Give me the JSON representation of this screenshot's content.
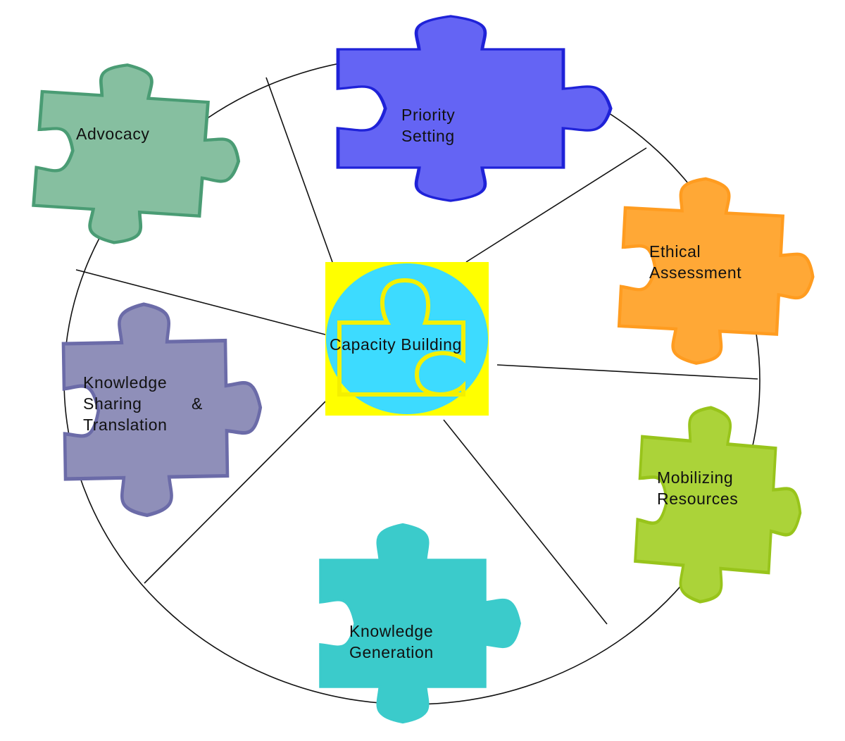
{
  "diagram": {
    "center": {
      "label": "Capacity Building",
      "colors": {
        "box": "#ffff00",
        "disc": "#3ddbff",
        "outline": "#f4f000"
      }
    },
    "pieces": [
      {
        "id": "advocacy",
        "lines": [
          "Advocacy"
        ],
        "fill": "#86bfa0",
        "stroke": "#4a9c74"
      },
      {
        "id": "priority-setting",
        "lines": [
          "Priority",
          "Setting"
        ],
        "fill": "#6464f4",
        "stroke": "#1f22d8"
      },
      {
        "id": "ethical-assessment",
        "lines": [
          "Ethical",
          "Assessment"
        ],
        "fill": "#ffa836",
        "stroke": "#ff9c20"
      },
      {
        "id": "mobilizing-resources",
        "lines": [
          "Mobilizing",
          "Resources"
        ],
        "fill": "#abd339",
        "stroke": "#98c41b"
      },
      {
        "id": "knowledge-generation",
        "lines": [
          "Knowledge",
          "Generation"
        ],
        "fill": "#3bcbcb",
        "stroke": "#3bcbcb"
      },
      {
        "id": "knowledge-sharing",
        "lines": [
          "Knowledge",
          "Sharing",
          "Translation"
        ],
        "amp": "&",
        "fill": "#8f8fb9",
        "stroke": "#6b6ba8"
      }
    ],
    "wheel_stroke": "#111111"
  }
}
